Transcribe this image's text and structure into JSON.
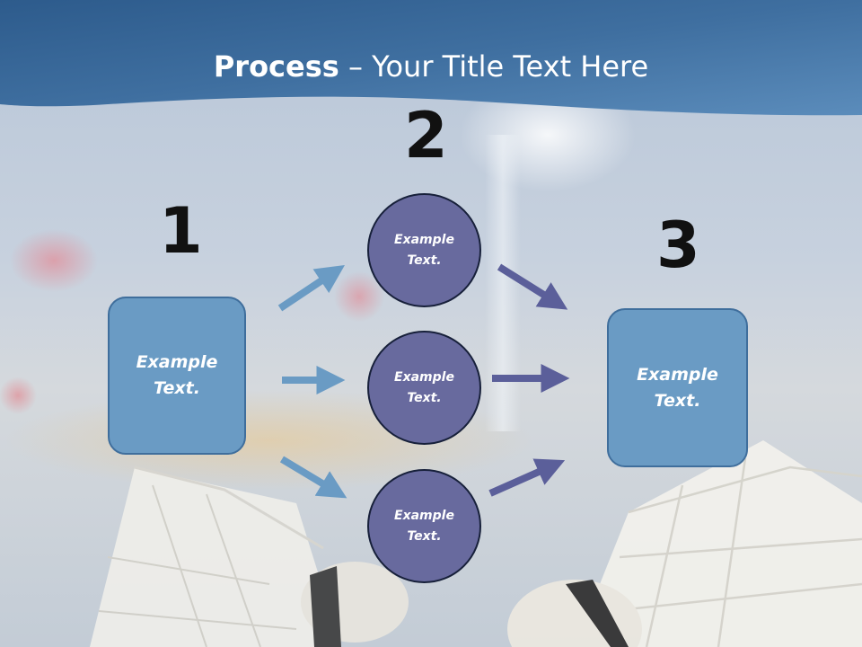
{
  "title": {
    "bold": "Process",
    "rest": " – Your Title Text Here"
  },
  "steps": [
    {
      "number": "1",
      "box": {
        "line1": "Example",
        "line2": "Text."
      }
    },
    {
      "number": "2",
      "circles": [
        {
          "line1": "Example",
          "line2": "Text."
        },
        {
          "line1": "Example",
          "line2": "Text."
        },
        {
          "line1": "Example",
          "line2": "Text."
        }
      ]
    },
    {
      "number": "3",
      "box": {
        "line1": "Example",
        "line2": "Text."
      }
    }
  ],
  "colors": {
    "header": "#3d6d9c",
    "box": "#6a9bc4",
    "circle": "#686a9e",
    "arrow_left": "#6a9bc4",
    "arrow_right": "#5b5f9a"
  }
}
